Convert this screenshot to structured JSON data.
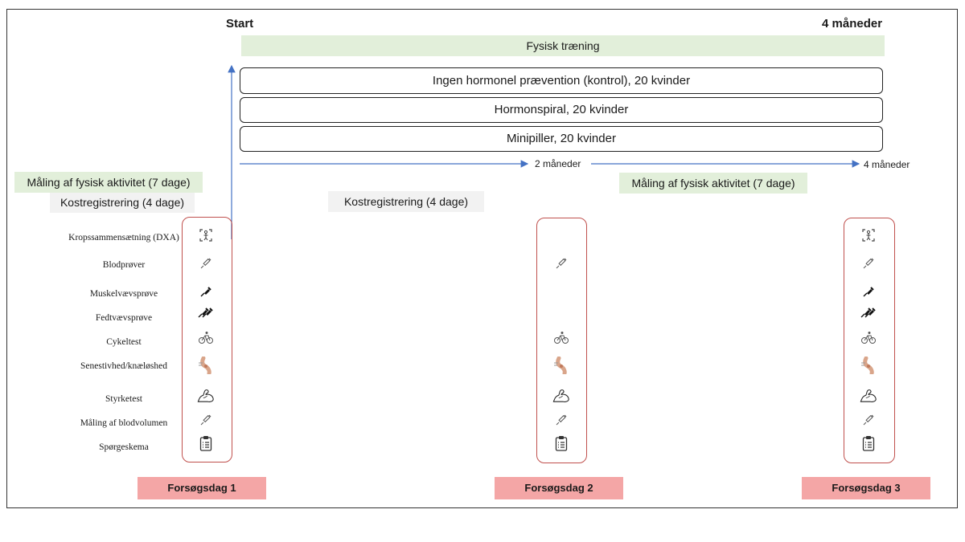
{
  "header": {
    "start": "Start",
    "end": "4 måneder"
  },
  "training_bar": "Fysisk træning",
  "groups": [
    "Ingen hormonel prævention (kontrol), 20 kvinder",
    "Hormonspiral,  20 kvinder",
    "Minipiller, 20 kvinder"
  ],
  "timeline": {
    "mid_label": "2 måneder",
    "end_label": "4 måneder"
  },
  "activity_labels": {
    "baseline": "Måling af fysisk aktivitet (7 dage)",
    "end": "Måling af fysisk aktivitet (7 dage)"
  },
  "diet_labels": {
    "baseline": "Kostregistrering (4 dage)",
    "mid": "Kostregistrering (4 dage)"
  },
  "measurements": [
    "Kropssammensætning (DXA)",
    "Blodprøver",
    "Muskelvævsprøve",
    "Fedtvævsprøve",
    "Cykeltest",
    "Senestivhed/knæløshed",
    "Styrketest",
    "Måling af blodvolumen",
    "Spørgeskema"
  ],
  "icon_names": [
    "dxa-scan-icon",
    "syringe-icon",
    "biopsy-needle-icon",
    "double-biopsy-icon",
    "bicycle-icon",
    "knee-icon",
    "flexed-arm-icon",
    "syringe-icon",
    "clipboard-icon"
  ],
  "days": {
    "day1": {
      "label": "Forsøgsdag 1",
      "icons": [
        true,
        true,
        true,
        true,
        true,
        true,
        true,
        true,
        true
      ]
    },
    "day2": {
      "label": "Forsøgsdag 2",
      "icons": [
        false,
        true,
        false,
        false,
        true,
        true,
        true,
        true,
        true
      ]
    },
    "day3": {
      "label": "Forsøgsdag 3",
      "icons": [
        true,
        true,
        true,
        true,
        true,
        true,
        true,
        true,
        true
      ]
    }
  },
  "colors": {
    "green": "#e2efda",
    "grey": "#f2f2f2",
    "pink": "#f4a6a6",
    "red_border": "#c0504d",
    "arrow": "#4472c4"
  }
}
